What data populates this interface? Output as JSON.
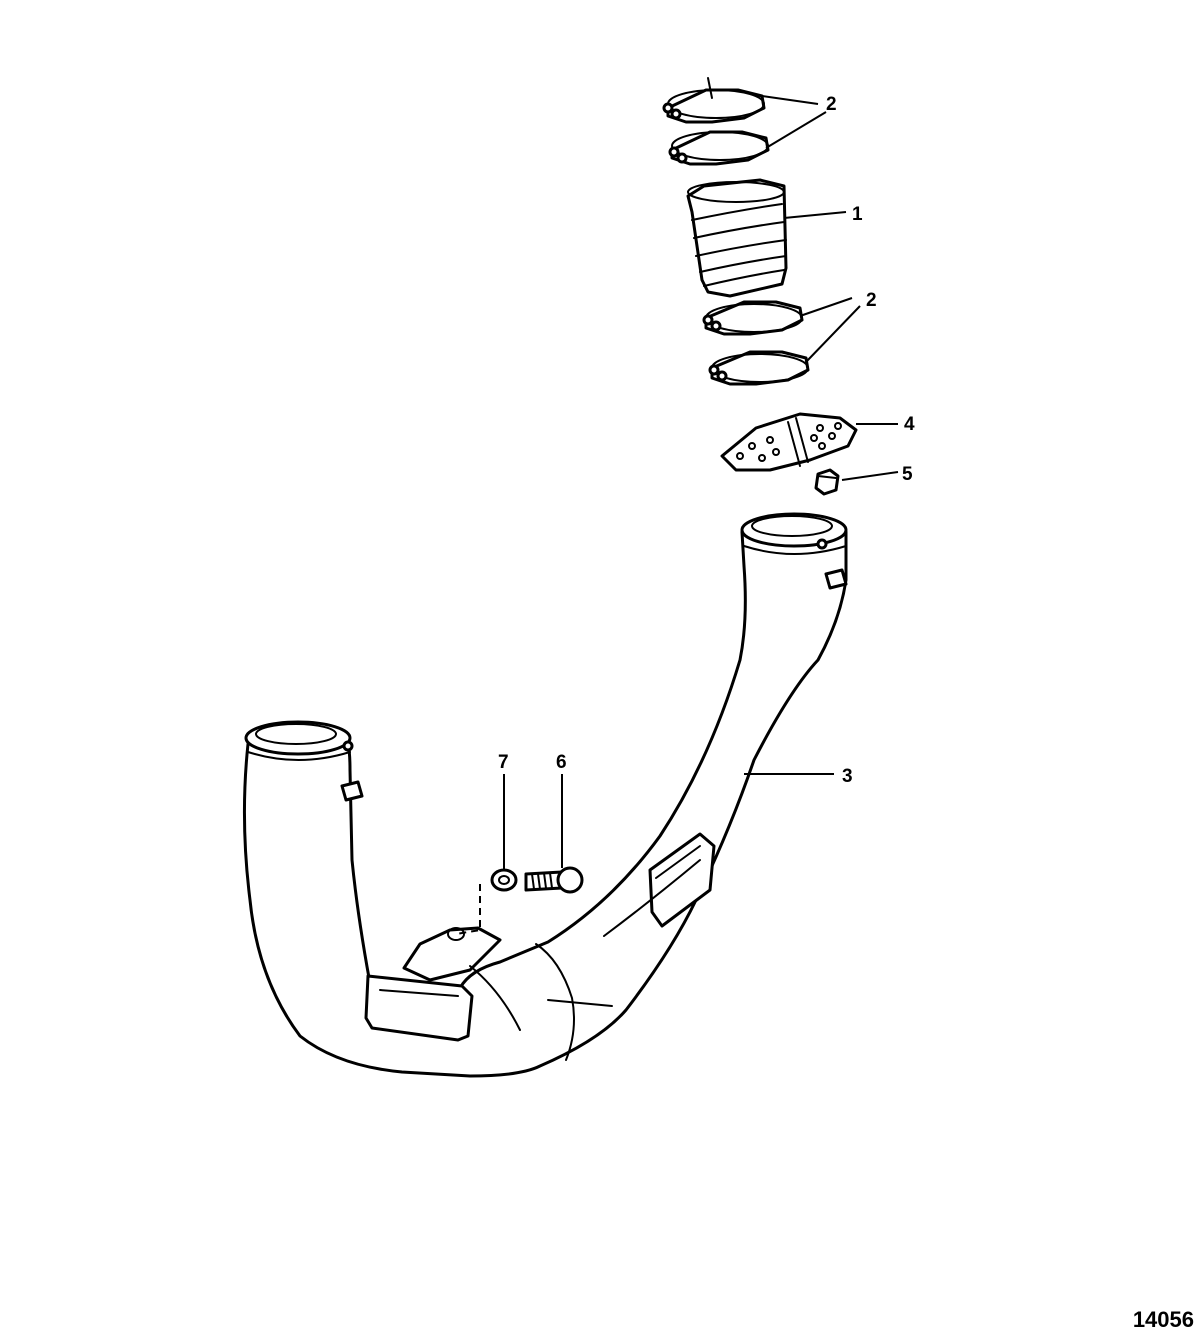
{
  "diagram": {
    "callouts": [
      {
        "id": "c2a",
        "label": "2"
      },
      {
        "id": "c1",
        "label": "1"
      },
      {
        "id": "c2b",
        "label": "2"
      },
      {
        "id": "c4",
        "label": "4"
      },
      {
        "id": "c5",
        "label": "5"
      },
      {
        "id": "c7",
        "label": "7"
      },
      {
        "id": "c6",
        "label": "6"
      },
      {
        "id": "c3",
        "label": "3"
      }
    ],
    "drawing_number": "14056"
  },
  "colors": {
    "line": "#000000",
    "background": "#ffffff"
  }
}
